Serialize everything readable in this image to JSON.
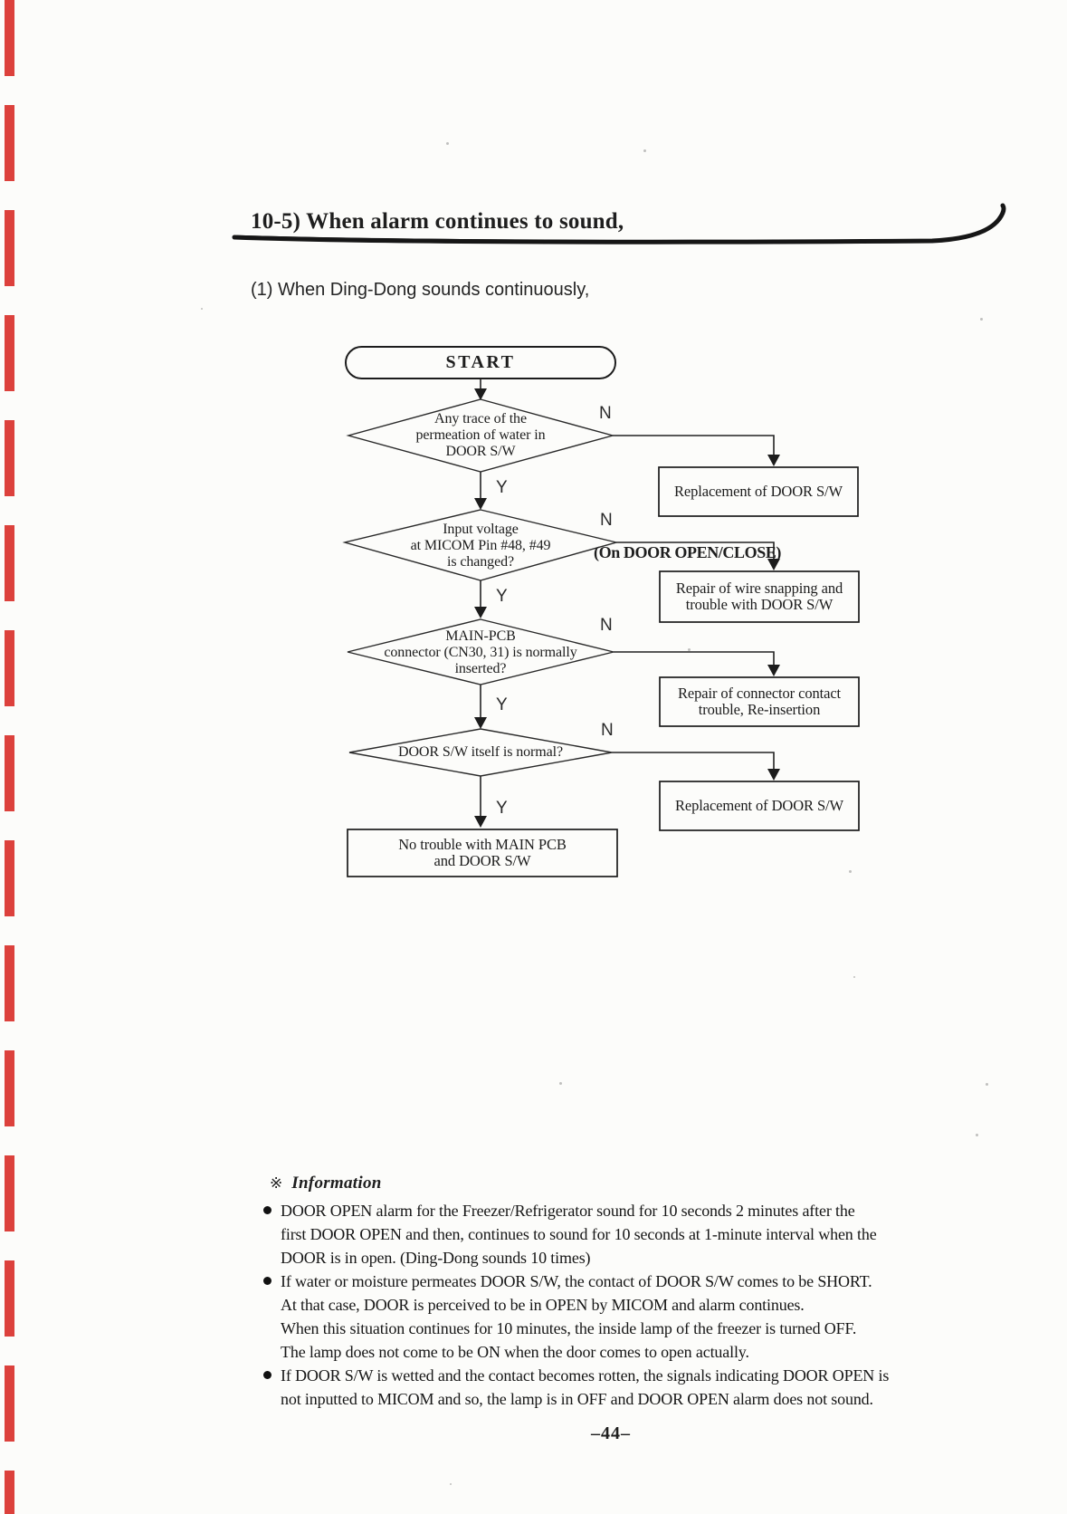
{
  "document": {
    "section_title": "10-5) When alarm continues to sound,",
    "subtitle": "(1) When Ding-Dong sounds continuously,",
    "page_number": "–44–"
  },
  "flowchart": {
    "start_label": "START",
    "yes_label": "Y",
    "no_label": "N",
    "branch_note": "(On DOOR OPEN/CLOSE)",
    "decisions": [
      {
        "lines": [
          "Any trace of the",
          "permeation of water in",
          "DOOR S/W"
        ]
      },
      {
        "lines": [
          "Input voltage",
          "at MICOM Pin #48, #49",
          "is changed?"
        ]
      },
      {
        "lines": [
          "MAIN-PCB",
          "connector (CN30, 31) is normally",
          "inserted?"
        ]
      },
      {
        "lines": [
          "DOOR S/W itself is normal?"
        ]
      }
    ],
    "actions": [
      {
        "lines": [
          "Replacement of DOOR S/W"
        ]
      },
      {
        "lines": [
          "Repair of wire snapping and",
          "trouble with DOOR S/W"
        ]
      },
      {
        "lines": [
          "Repair of connector contact",
          "trouble, Re-insertion"
        ]
      },
      {
        "lines": [
          "Replacement of DOOR S/W"
        ]
      }
    ],
    "result": {
      "lines": [
        "No trouble with MAIN PCB",
        "and DOOR S/W"
      ]
    }
  },
  "information": {
    "marker": "※",
    "heading": "Information",
    "bullets": [
      {
        "lines": [
          "DOOR OPEN alarm for the Freezer/Refrigerator sound for 10 seconds 2 minutes after the",
          "first DOOR OPEN and then, continues to sound for 10 seconds at 1-minute interval when the",
          "DOOR is in open. (Ding-Dong sounds 10 times)"
        ]
      },
      {
        "lines": [
          "If water or moisture permeates DOOR S/W, the contact of DOOR S/W comes to be SHORT.",
          "At that case, DOOR is perceived to be in OPEN by MICOM and alarm continues.",
          "When this situation continues for 10 minutes, the inside lamp of the freezer is turned OFF.",
          "The lamp does not come to be ON when the door comes to open actually."
        ]
      },
      {
        "lines": [
          "If DOOR S/W is wetted and the contact becomes rotten, the signals indicating DOOR OPEN is",
          "not inputted to MICOM and so, the lamp is in OFF and DOOR OPEN alarm does not sound."
        ]
      }
    ]
  },
  "colors": {
    "paper": "#fcfcfa",
    "ink": "#1e1e1e",
    "edge_mark_red": "#d9312b"
  }
}
